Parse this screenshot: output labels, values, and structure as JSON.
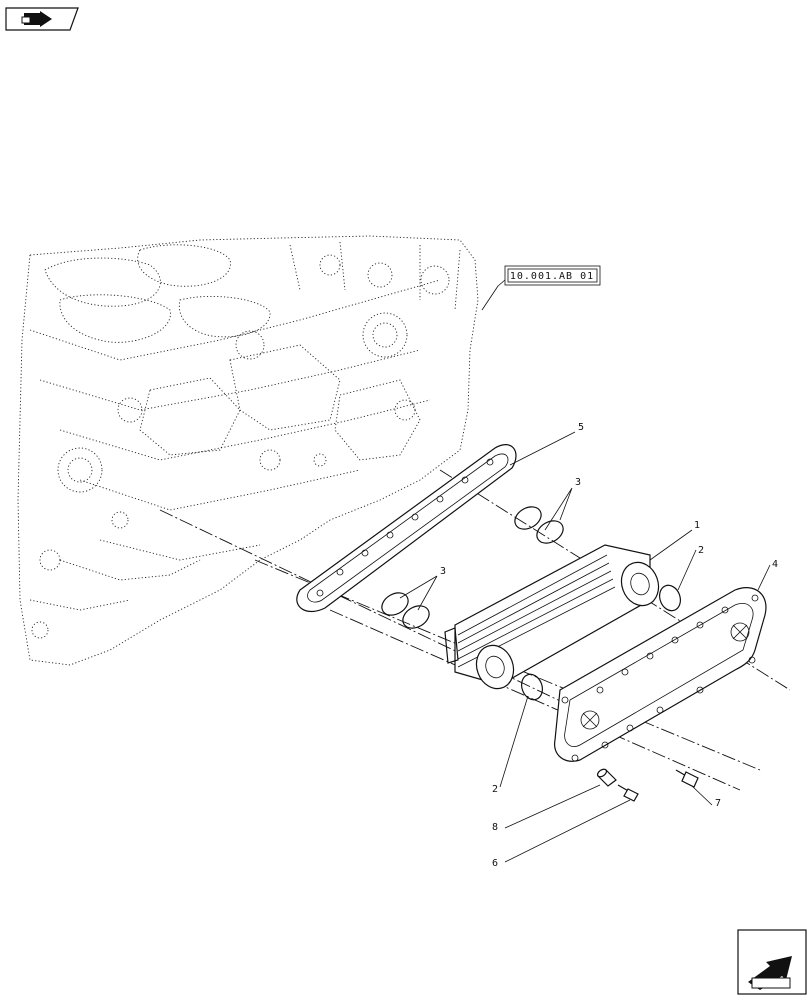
{
  "reference_label": "10.001.AB 01",
  "callouts": {
    "c1": "1",
    "c2a": "2",
    "c2b": "2",
    "c3a": "3",
    "c3b": "3",
    "c4": "4",
    "c5": "5",
    "c6": "6",
    "c7": "7",
    "c8": "8"
  },
  "icons": {
    "top_left": "back-arrow-icon",
    "bottom_right": "next-page-icon"
  }
}
